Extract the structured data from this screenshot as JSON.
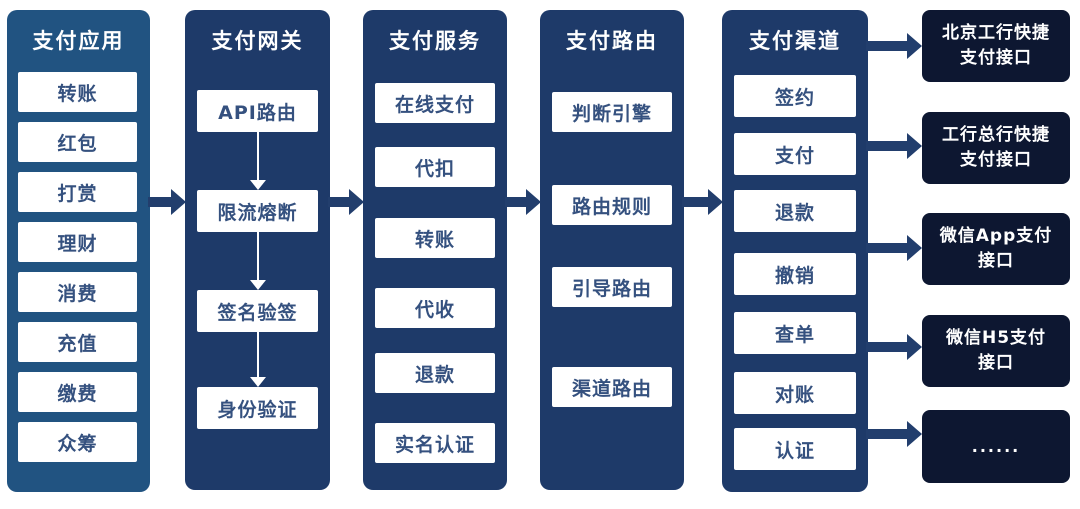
{
  "colors": {
    "app-column": "#215381",
    "stage-column": "#1E3A69",
    "endpoint-box": "#0D1731",
    "flow-arrow": "#223E6D",
    "item-text": "#35517F",
    "title-text": "#FFFFFF"
  },
  "columns": [
    {
      "title": "支付应用",
      "items": [
        "转账",
        "红包",
        "打赏",
        "理财",
        "消费",
        "充值",
        "缴费",
        "众筹"
      ]
    },
    {
      "title": "支付网关",
      "items": [
        "API路由",
        "限流熔断",
        "签名验签",
        "身份验证"
      ]
    },
    {
      "title": "支付服务",
      "items": [
        "在线支付",
        "代扣",
        "转账",
        "代收",
        "退款",
        "实名认证"
      ]
    },
    {
      "title": "支付路由",
      "items": [
        "判断引擎",
        "路由规则",
        "引导路由",
        "渠道路由"
      ]
    },
    {
      "title": "支付渠道",
      "items": [
        "签约",
        "支付",
        "退款",
        "撤销",
        "查单",
        "对账",
        "认证"
      ]
    }
  ],
  "endpoints": [
    {
      "label": "北京工行快捷\n支付接口"
    },
    {
      "label": "工行总行快捷\n支付接口"
    },
    {
      "label": "微信App支付\n接口"
    },
    {
      "label": "微信H5支付\n接口"
    },
    {
      "label": "......"
    }
  ]
}
